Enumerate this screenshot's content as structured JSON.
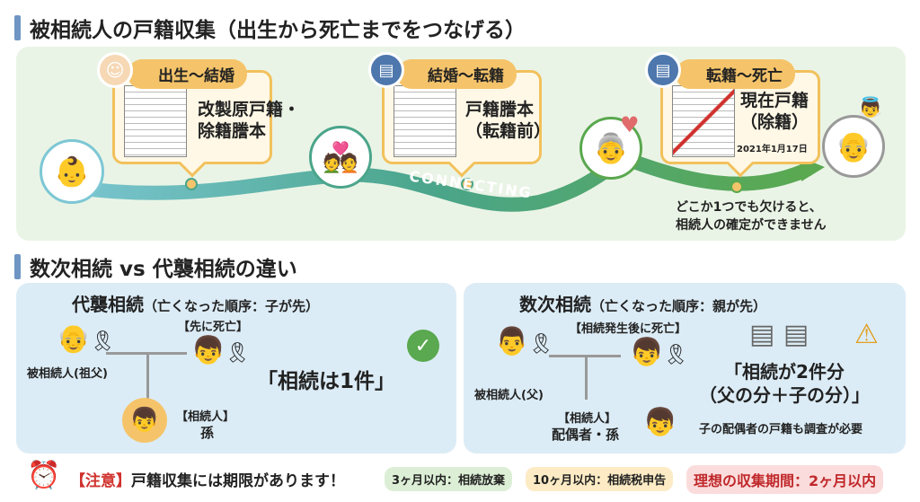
{
  "section1": {
    "title": "被相続人の戸籍収集（出生から死亡までをつなげる）",
    "stages": [
      {
        "label": "出生〜結婚",
        "doc": "改製原戸籍・\n除籍謄本"
      },
      {
        "label": "結婚〜転籍",
        "doc": "戸籍謄本\n（転籍前）"
      },
      {
        "label": "転籍〜死亡",
        "doc": "現在戸籍\n（除籍）",
        "date": "2021年1月17日"
      }
    ],
    "connecting": "CONNECTING",
    "warning": "どこか1つでも欠けると、\n相続人の確定ができません"
  },
  "section2": {
    "title": "数次相続 vs 代襲相続の違い",
    "left": {
      "heading": "代襲相続",
      "sub": "（亡くなった順序：子が先）",
      "deceased_label": "被相続人(祖父)",
      "child_label": "【先に死亡】",
      "heir_tag": "【相続人】",
      "heir": "孫",
      "result": "「相続は1件」"
    },
    "right": {
      "heading": "数次相続",
      "sub": "（亡くなった順序：親が先）",
      "deceased_label": "被相続人(父)",
      "child_label": "【相続発生後に死亡】",
      "heir_tag": "【相続人】",
      "heir": "配偶者・孫",
      "result": "「相続が2件分\n（父の分＋子の分）」",
      "note": "子の配偶者の戸籍も調査が必要"
    }
  },
  "footer": {
    "caution": "【注意】",
    "text": "戸籍収集には期限があります！",
    "tags": [
      "3ヶ月以内：相続放棄",
      "10ヶ月以内：相続税申告",
      "理想の収集期間：2ヶ月以内"
    ]
  },
  "colors": {
    "accent": "#6f95c4",
    "orange": "#f5c46a",
    "green": "#5aa84f",
    "red": "#d0312d"
  }
}
